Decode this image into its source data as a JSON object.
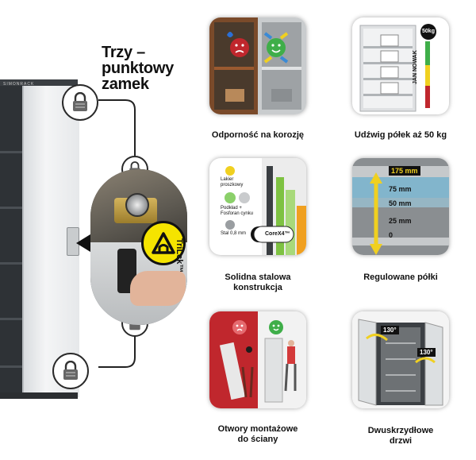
{
  "title": "Trzy –\npunktowy\nzamek",
  "cabinet_brand": "SIMONRACK",
  "lock_badge_text": "TriLck™",
  "features": [
    {
      "caption": "Odporność na korozję"
    },
    {
      "caption": "Udźwig półek aż 50 kg",
      "weight_badge": "50kg",
      "brand_label": "JAN NOWAK"
    },
    {
      "caption": "Solidna stalowa\nkonstrukcja",
      "layers": [
        "Lakier proszkowy",
        "Podkład + Fosforan cynku",
        "Stal 0,8 mm"
      ],
      "core_label": "CoreX4™"
    },
    {
      "caption": "Regulowane półki",
      "measures": [
        "175 mm",
        "75 mm",
        "50 mm",
        "25 mm",
        "0"
      ]
    },
    {
      "caption": "Otwory montażowe\ndo ściany"
    },
    {
      "caption": "Dwuskrzydłowe\ndrzwi",
      "angles": [
        "130°",
        "130°"
      ]
    }
  ],
  "colors": {
    "accent_yellow": "#f5e400",
    "cabinet_dark": "#2e3236",
    "bad_red": "#c0272d",
    "good_green": "#3fae49"
  }
}
